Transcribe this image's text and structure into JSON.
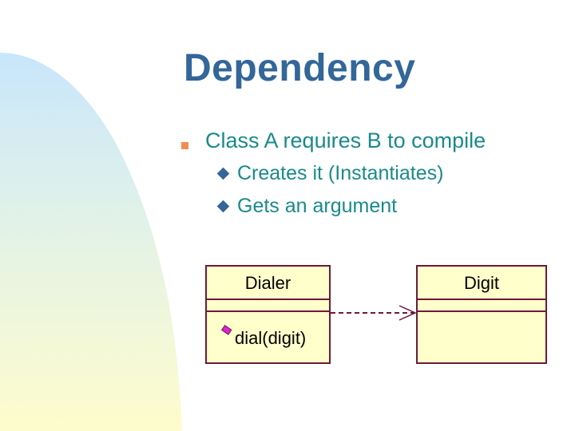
{
  "slide": {
    "title": "Dependency",
    "bullets": [
      {
        "text": "Class A requires B to compile",
        "sub_bullets": [
          {
            "text": "Creates it (Instantiates)"
          },
          {
            "text": "Gets an argument"
          }
        ]
      }
    ]
  },
  "diagram": {
    "classes": [
      {
        "name": "Dialer",
        "attributes": [],
        "operations": [
          "dial(digit)"
        ]
      },
      {
        "name": "Digit",
        "attributes": [],
        "operations": []
      }
    ],
    "relationship": {
      "type": "dependency",
      "from": "Dialer",
      "to": "Digit",
      "style": "dashed-open-arrow"
    }
  },
  "colors": {
    "title": "#336699",
    "body_text": "#1a8a8a",
    "bullet_square": "#f28c54",
    "sub_bullet_diamond": "#336699",
    "class_fill": "#ffffcc",
    "class_border": "#6b1a3a",
    "operation_icon": "#e020e0"
  }
}
